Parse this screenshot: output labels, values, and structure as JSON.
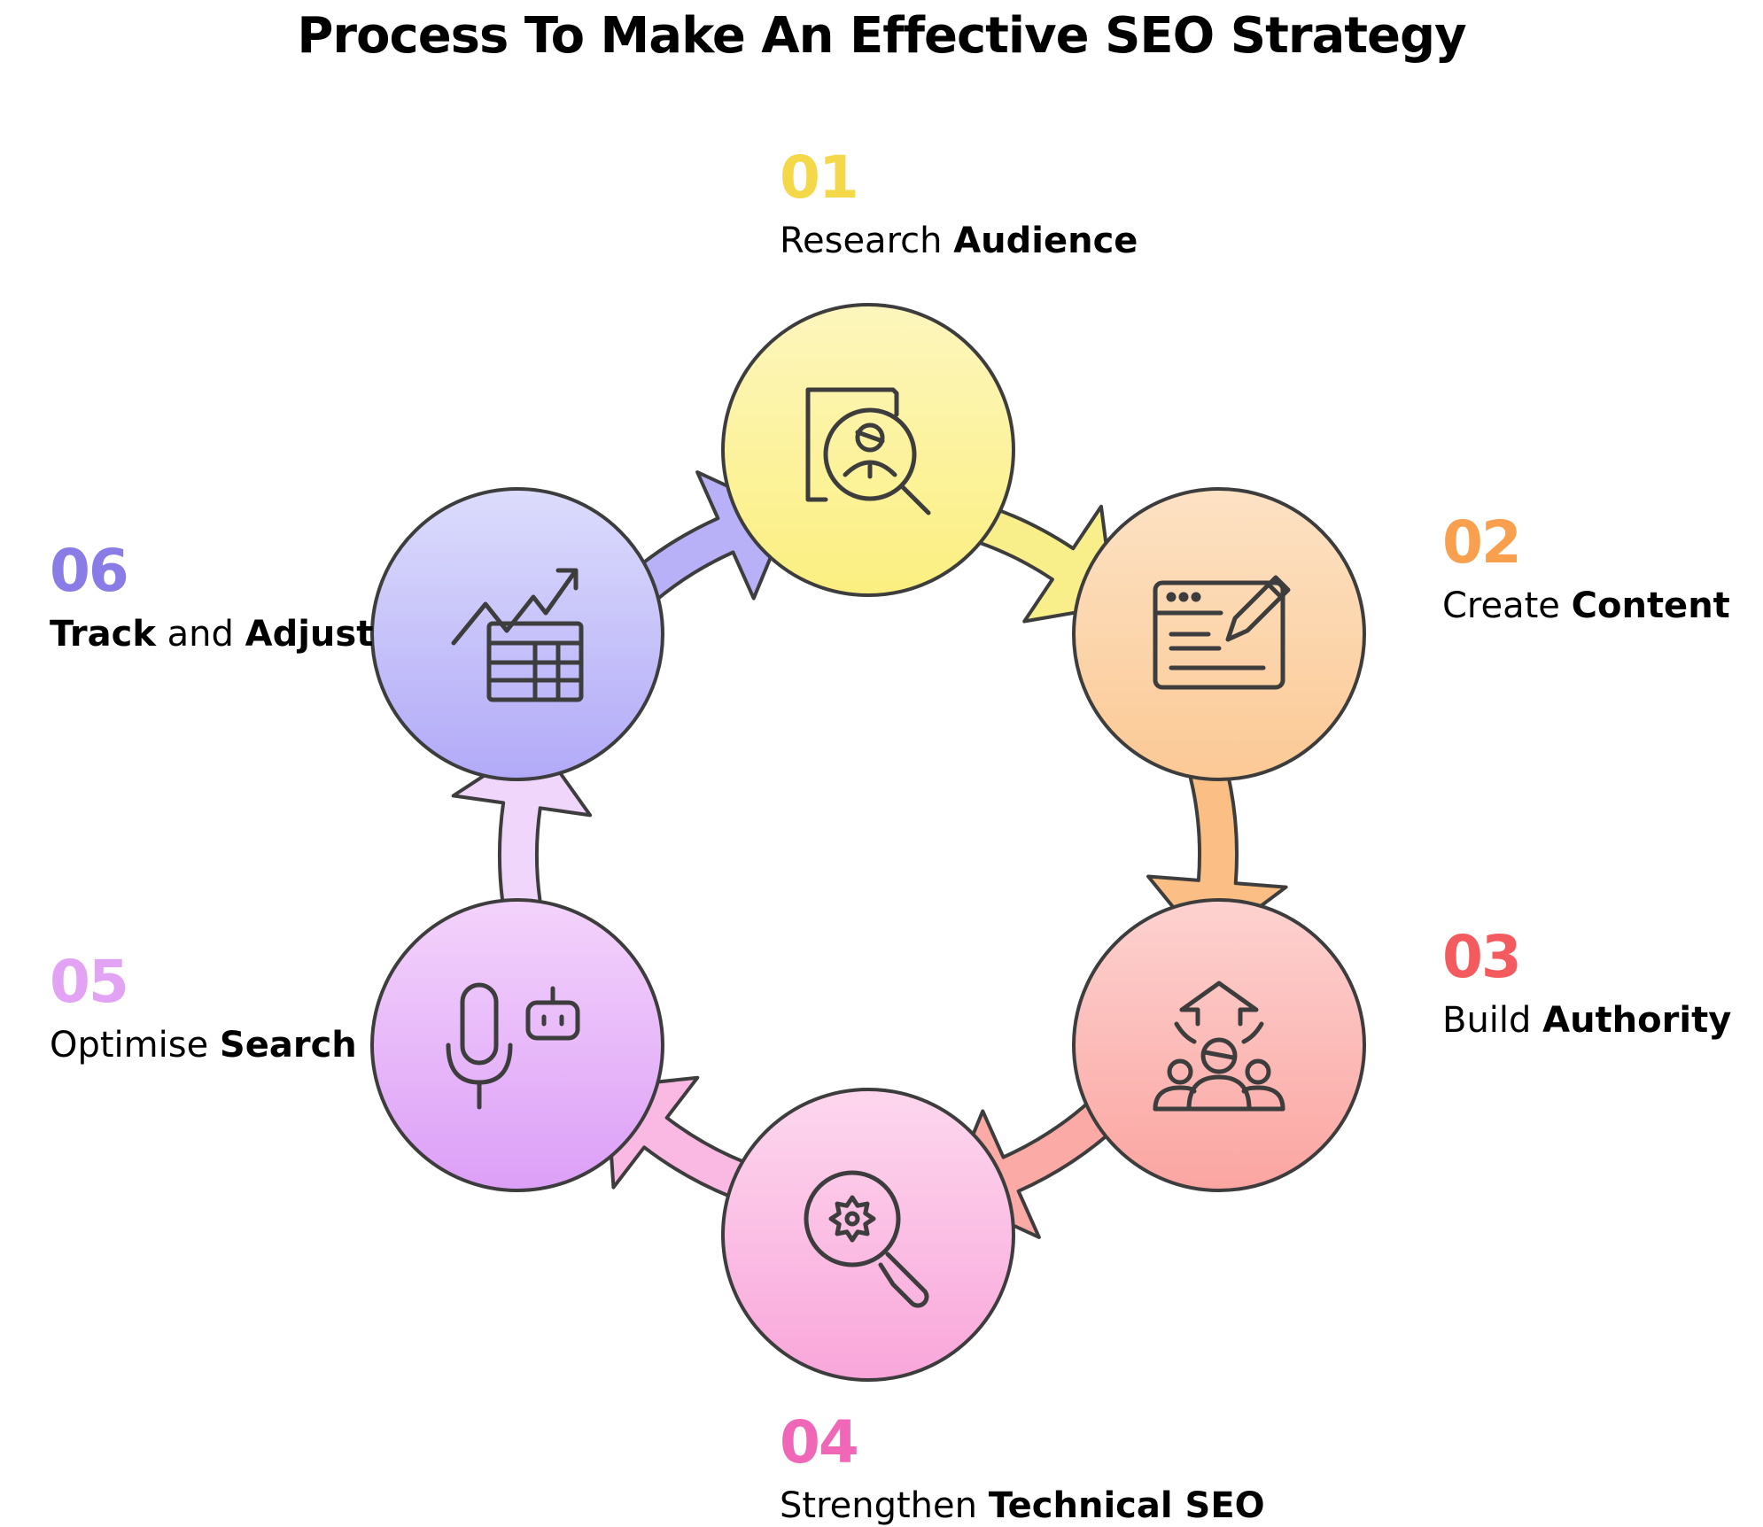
{
  "title": "Process To Make An Effective SEO Strategy",
  "steps": [
    {
      "number": "01",
      "parts": [
        {
          "text": "Research ",
          "bold": false
        },
        {
          "text": "Audience",
          "bold": true
        }
      ],
      "icon": "audience-research-icon",
      "num_color": "#f5d84a",
      "fill_top": "#fdf6bd",
      "fill_bottom": "#fbef80",
      "arrow_color": "#f8ef8a"
    },
    {
      "number": "02",
      "parts": [
        {
          "text": "Create ",
          "bold": false
        },
        {
          "text": "Content",
          "bold": true
        }
      ],
      "icon": "content-editor-icon",
      "num_color": "#f9a04e",
      "fill_top": "#fde2c4",
      "fill_bottom": "#fbc995",
      "arrow_color": "#fbbf85"
    },
    {
      "number": "03",
      "parts": [
        {
          "text": "Build ",
          "bold": false
        },
        {
          "text": "Authority",
          "bold": true
        }
      ],
      "icon": "team-growth-icon",
      "num_color": "#f45b5f",
      "fill_top": "#fdd2d0",
      "fill_bottom": "#fba5a1",
      "arrow_color": "#fbaaa5"
    },
    {
      "number": "04",
      "parts": [
        {
          "text": "Strengthen ",
          "bold": false
        },
        {
          "text": "Technical SEO",
          "bold": true
        }
      ],
      "icon": "gear-search-icon",
      "num_color": "#f067b7",
      "fill_top": "#fdd7ee",
      "fill_bottom": "#f9a6da",
      "arrow_color": "#f9b9e3"
    },
    {
      "number": "05",
      "parts": [
        {
          "text": "Optimise ",
          "bold": false
        },
        {
          "text": "Search",
          "bold": true
        }
      ],
      "icon": "voice-search-icon",
      "num_color": "#e3a3f4",
      "fill_top": "#f3d3fb",
      "fill_bottom": "#dc9ff7",
      "arrow_color": "#f0d6fb"
    },
    {
      "number": "06",
      "parts": [
        {
          "text": "Track",
          "bold": true
        },
        {
          "text": " and ",
          "bold": false
        },
        {
          "text": "Adjust",
          "bold": true
        }
      ],
      "icon": "analytics-chart-icon",
      "num_color": "#8a7ce6",
      "fill_top": "#dcdcfc",
      "fill_bottom": "#b2aaf8",
      "arrow_color": "#b8b1f7"
    }
  ],
  "outline_color": "#3d3d3d"
}
